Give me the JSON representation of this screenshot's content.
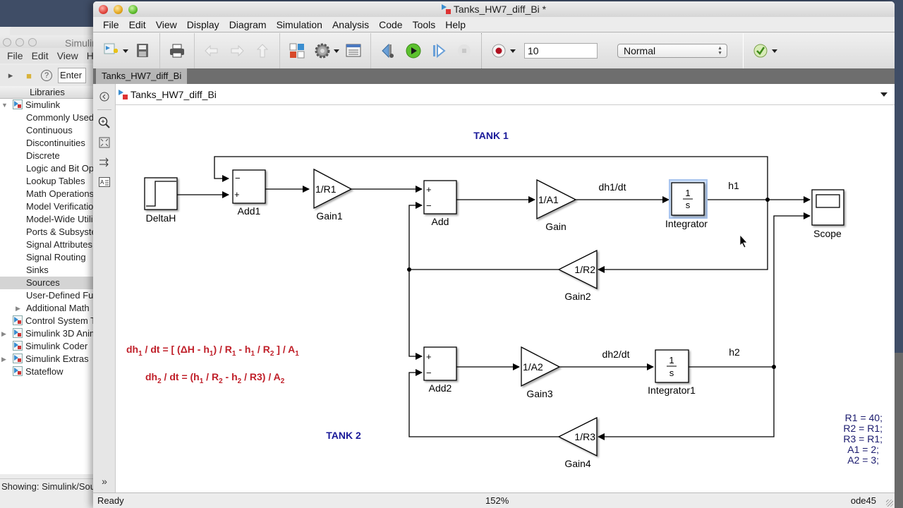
{
  "library_browser": {
    "title": "Simulink",
    "menu": [
      "File",
      "Edit",
      "View",
      "Help"
    ],
    "search_placeholder": "Enter",
    "header": "Libraries",
    "tree": [
      {
        "label": "Simulink",
        "level": 0,
        "expanded": true,
        "icon": "simulink-library-icon"
      },
      {
        "label": "Commonly Used",
        "level": 1
      },
      {
        "label": "Continuous",
        "level": 1
      },
      {
        "label": "Discontinuities",
        "level": 1
      },
      {
        "label": "Discrete",
        "level": 1
      },
      {
        "label": "Logic and Bit Op",
        "level": 1
      },
      {
        "label": "Lookup Tables",
        "level": 1
      },
      {
        "label": "Math Operations",
        "level": 1
      },
      {
        "label": "Model Verificatio",
        "level": 1
      },
      {
        "label": "Model-Wide Utili",
        "level": 1
      },
      {
        "label": "Ports & Subsyste",
        "level": 1
      },
      {
        "label": "Signal Attributes",
        "level": 1
      },
      {
        "label": "Signal Routing",
        "level": 1
      },
      {
        "label": "Sinks",
        "level": 1
      },
      {
        "label": "Sources",
        "level": 1,
        "selected": true
      },
      {
        "label": "User-Defined Fu",
        "level": 1
      },
      {
        "label": "Additional Math",
        "level": 1,
        "collapsed": true
      },
      {
        "label": "Control System T",
        "level": 0,
        "icon": "simulink-library-icon"
      },
      {
        "label": "Simulink 3D Anim",
        "level": 0,
        "collapsed": true,
        "icon": "simulink-library-icon"
      },
      {
        "label": "Simulink Coder",
        "level": 0,
        "icon": "simulink-library-icon"
      },
      {
        "label": "Simulink Extras",
        "level": 0,
        "collapsed": true,
        "icon": "simulink-library-icon"
      },
      {
        "label": "Stateflow",
        "level": 0,
        "icon": "simulink-library-icon"
      }
    ],
    "status": "Showing: Simulink/Sou"
  },
  "model_window": {
    "title": "Tanks_HW7_diff_Bi *",
    "menu": [
      "File",
      "Edit",
      "View",
      "Display",
      "Diagram",
      "Simulation",
      "Analysis",
      "Code",
      "Tools",
      "Help"
    ],
    "toolbar": {
      "stop_time": "10",
      "sim_mode": "Normal"
    },
    "tab": "Tanks_HW7_diff_Bi",
    "breadcrumb": "Tanks_HW7_diff_Bi",
    "status": {
      "left": "Ready",
      "zoom": "152%",
      "solver": "ode45"
    }
  },
  "diagram": {
    "annotations": {
      "tank1": "TANK 1",
      "tank2": "TANK 2",
      "eq1": "dh1 / dt = [ (ΔH - h1) / R1 - h1 / R2 ] / A1",
      "eq2": "dh2 / dt = (h1 / R2 - h2 / R3) / A2",
      "params": [
        "R1 = 40;",
        "R2 = R1;",
        "R3 = R1;",
        "A1 = 2;",
        "A2 = 3;"
      ]
    },
    "blocks": {
      "deltah": {
        "name": "DeltaH",
        "type": "Step"
      },
      "add1": {
        "name": "Add1",
        "signs": [
          "−",
          "+"
        ]
      },
      "gain1": {
        "name": "Gain1",
        "gain": "1/R1"
      },
      "add": {
        "name": "Add",
        "signs": [
          "+",
          "−"
        ]
      },
      "gain": {
        "name": "Gain",
        "gain": "1/A1"
      },
      "integrator": {
        "name": "Integrator",
        "num": "1",
        "den": "s"
      },
      "scope": {
        "name": "Scope"
      },
      "gain2": {
        "name": "Gain2",
        "gain": "1/R2"
      },
      "add2": {
        "name": "Add2",
        "signs": [
          "+",
          "−"
        ]
      },
      "gain3": {
        "name": "Gain3",
        "gain": "1/A2"
      },
      "integrator1": {
        "name": "Integrator1",
        "num": "1",
        "den": "s"
      },
      "gain4": {
        "name": "Gain4",
        "gain": "1/R3"
      }
    },
    "signals": {
      "dh1": "dh1/dt",
      "h1": "h1",
      "dh2": "dh2/dt",
      "h2": "h2"
    },
    "colors": {
      "annotation_title": "#1a1a99",
      "equation": "#c0202a",
      "params": "#1a1a6e",
      "selection": "#a8c4ee"
    }
  }
}
